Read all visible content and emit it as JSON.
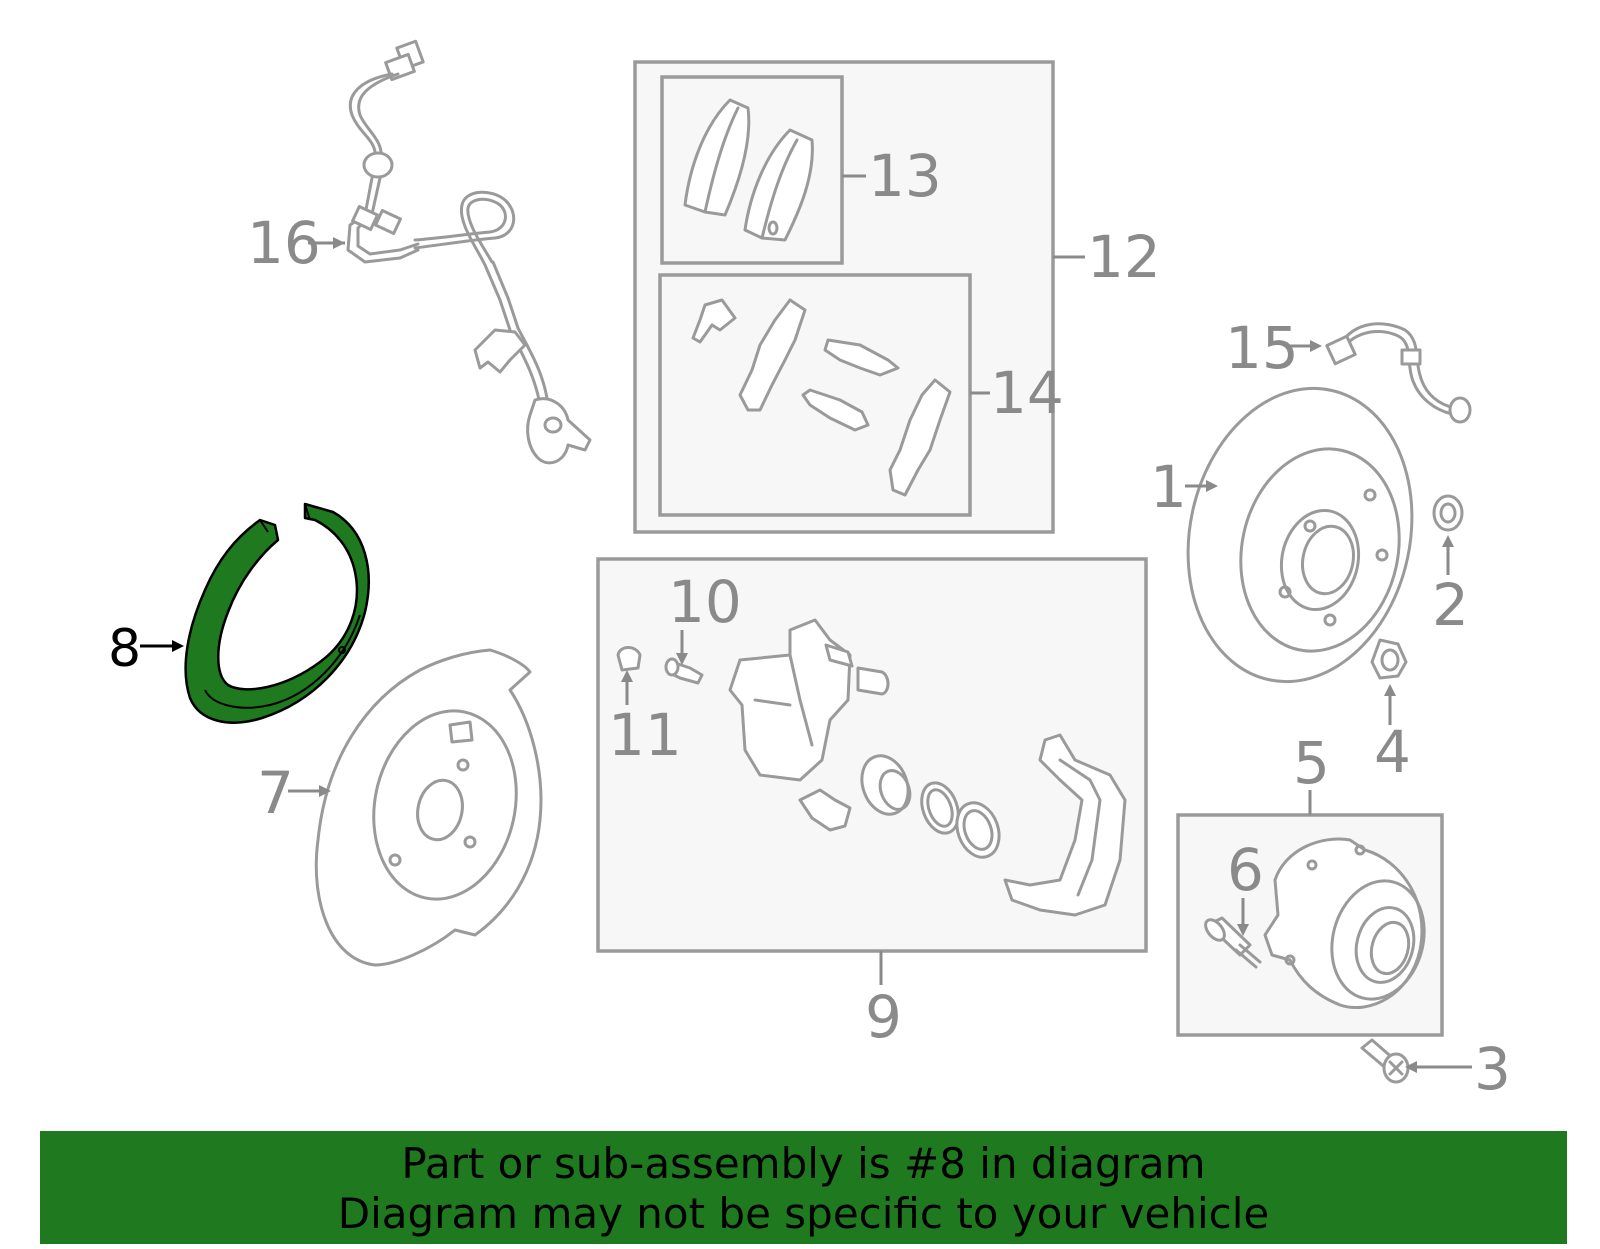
{
  "labels": {
    "p1": "1",
    "p2": "2",
    "p3": "3",
    "p4": "4",
    "p5": "5",
    "p6": "6",
    "p7": "7",
    "p8": "8",
    "p9": "9",
    "p10": "10",
    "p11": "11",
    "p12": "12",
    "p13": "13",
    "p14": "14",
    "p15": "15",
    "p16": "16"
  },
  "highlight": {
    "part": "8",
    "color": "#1f7a1f"
  },
  "banner": {
    "line1": "Part or sub-assembly is #8 in diagram",
    "line2": "Diagram may not be specific to your vehicle",
    "color": "#1f7a1f"
  }
}
